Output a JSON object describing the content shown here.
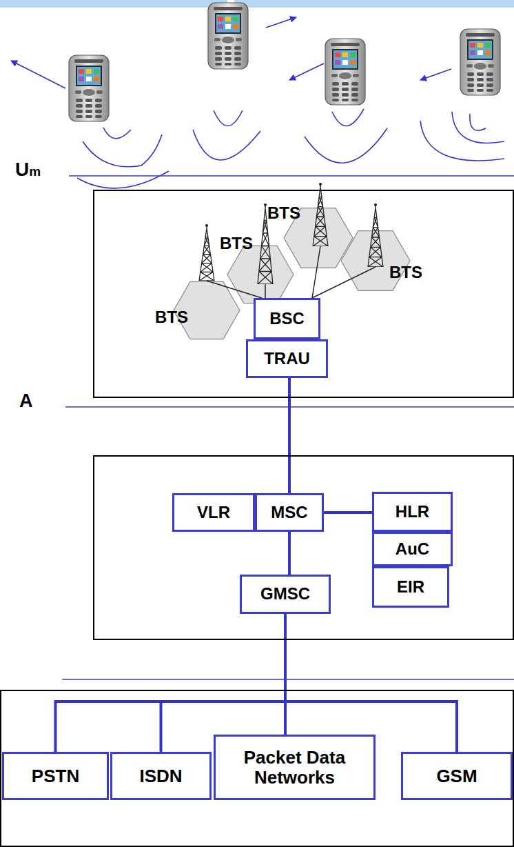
{
  "diagram": {
    "nodes": [
      {
        "text": []
      },
      {
        "text": [
          "BTS"
        ],
        "in": 0
      },
      {
        "text": [
          "BTS"
        ],
        "in": 0
      },
      {
        "text": [
          "BTS"
        ],
        "in": 0
      },
      {
        "text": [
          "BTS"
        ],
        "in": 0
      },
      {
        "text": [
          "BSC"
        ],
        "in": 0
      },
      {
        "text": [
          "TRAU"
        ],
        "in": 0
      },
      {
        "text": []
      },
      {
        "text": [
          "VLR"
        ],
        "in": 7
      },
      {
        "text": [
          "MSC"
        ],
        "in": 7
      },
      {
        "text": [
          "HLR"
        ],
        "in": 7
      },
      {
        "text": [
          "AuC"
        ],
        "in": 7
      },
      {
        "text": [
          "EIR"
        ],
        "in": 7
      },
      {
        "text": [
          "GMSC"
        ],
        "in": 7
      },
      {
        "text": []
      },
      {
        "text": [
          "PSTN"
        ],
        "in": 14
      },
      {
        "text": [
          "ISDN"
        ],
        "in": 14
      },
      {
        "text": [
          "Packet Data Networks"
        ],
        "in": 14
      },
      {
        "text": [
          "GSM"
        ],
        "in": 14
      }
    ],
    "edges": [
      {
        "from": 1,
        "to": 5,
        "arrow": "none"
      },
      {
        "from": 2,
        "to": 5,
        "arrow": "none"
      },
      {
        "from": 3,
        "to": 5,
        "arrow": "none"
      },
      {
        "from": 4,
        "to": 5,
        "arrow": "none"
      },
      {
        "from": 6,
        "to": 9,
        "arrow": "none"
      },
      {
        "from": 9,
        "to": 10,
        "arrow": "none"
      },
      {
        "from": 9,
        "to": 13,
        "arrow": "none"
      },
      {
        "from": 13,
        "to": 15,
        "arrow": "none"
      },
      {
        "from": 13,
        "to": 16,
        "arrow": "none"
      },
      {
        "from": 13,
        "to": 17,
        "arrow": "none"
      },
      {
        "from": 13,
        "to": 18,
        "arrow": "none"
      }
    ],
    "labels": [
      "Um",
      "A"
    ]
  }
}
